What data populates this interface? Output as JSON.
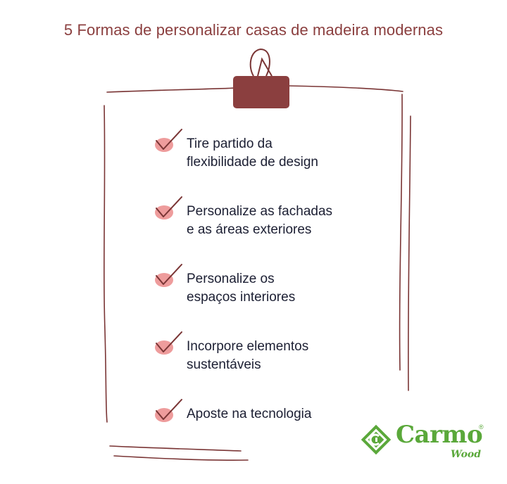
{
  "title": "5 Formas de personalizar casas de madeira modernas",
  "items": [
    {
      "text": "Tire partido da\nflexibilidade de design"
    },
    {
      "text": "Personalize as fachadas\ne as áreas exteriores"
    },
    {
      "text": "Personalize os\nespaços interiores"
    },
    {
      "text": "Incorpore elementos\nsustentáveis"
    },
    {
      "text": "Aposte na tecnologia"
    }
  ],
  "logo": {
    "name": "Carmo",
    "sub": "Wood",
    "reg": "®"
  },
  "colors": {
    "accent": "#8b3f3f",
    "check_blob": "#ee9c9c",
    "text": "#1c1f33",
    "brand": "#5aa83a"
  }
}
